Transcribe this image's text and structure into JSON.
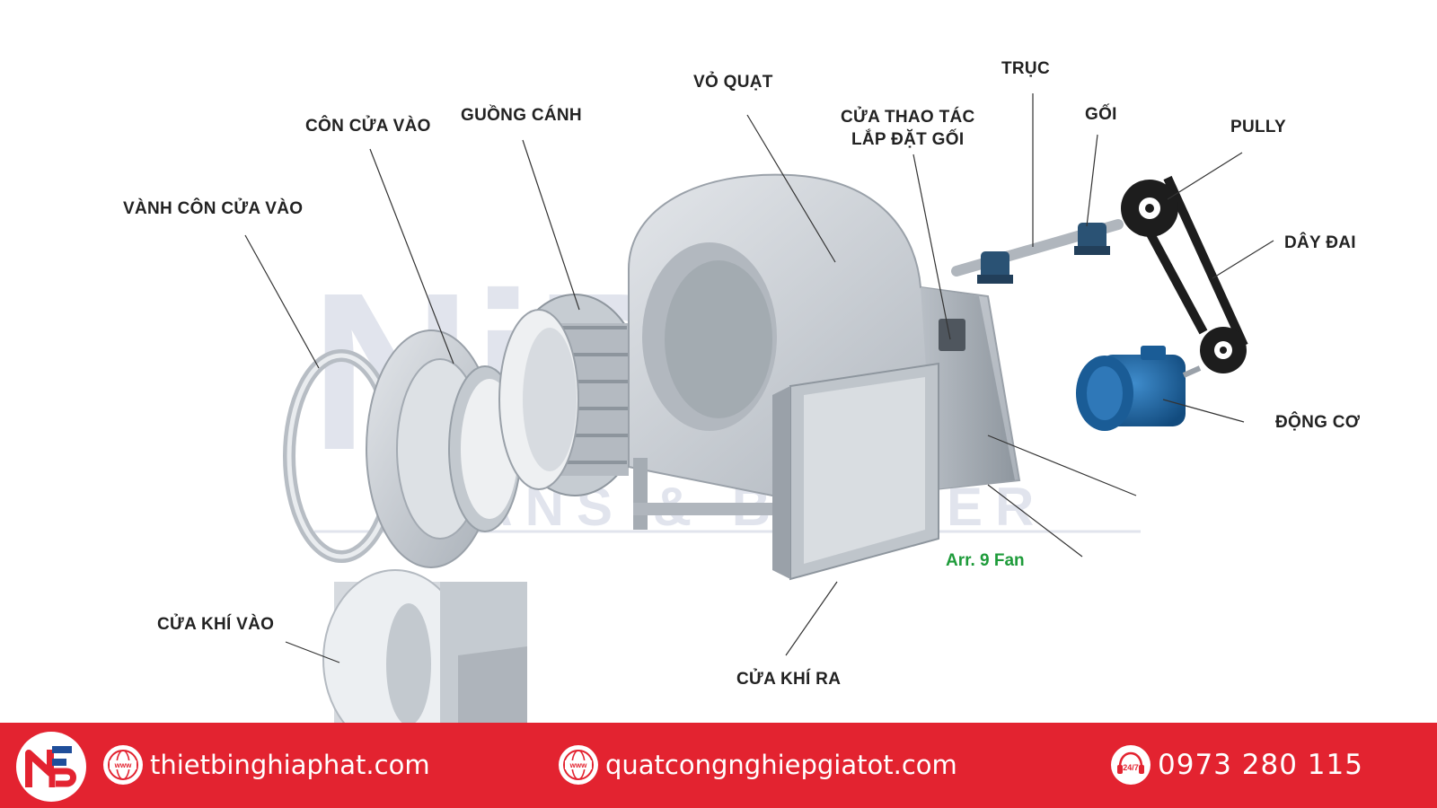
{
  "labels": {
    "vanh_con_cua_vao": "VÀNH CÔN CỬA VÀO",
    "con_cua_vao": "CÔN CỬA VÀO",
    "guong_canh": "GUỒNG CÁNH",
    "vo_quat": "VỎ QUẠT",
    "cua_thao_tac_line1": "CỬA THAO TÁC",
    "cua_thao_tac_line2": "LẮP ĐẶT GỐI",
    "truc": "TRỤC",
    "goi": "GỐI",
    "pully": "PULLY",
    "day_dai": "DÂY ĐAI",
    "dong_co": "ĐỘNG CƠ",
    "cua_khi_vao": "CỬA KHÍ VÀO",
    "cua_khi_ra": "CỬA KHÍ RA",
    "arrangement": "Arr. 9 Fan"
  },
  "watermark": {
    "brand": "NiPAC",
    "tagline": "FANS & BLOWER"
  },
  "footer": {
    "website_1": "thietbinghiaphat.com",
    "website_2": "quatcongnghiepgiatot.com",
    "support_badge": "24/7",
    "phone": "0973 280 115"
  },
  "colors": {
    "footer_bg": "#e32330",
    "arrangement_text": "#1e9b3a",
    "metal": "#c7ccd2",
    "motor": "#1e6aa8",
    "belt": "#1d1d1d"
  },
  "icons": {
    "globe": "globe-www-icon",
    "support": "headset-24-7-icon",
    "logo": "nf-logo-icon"
  }
}
